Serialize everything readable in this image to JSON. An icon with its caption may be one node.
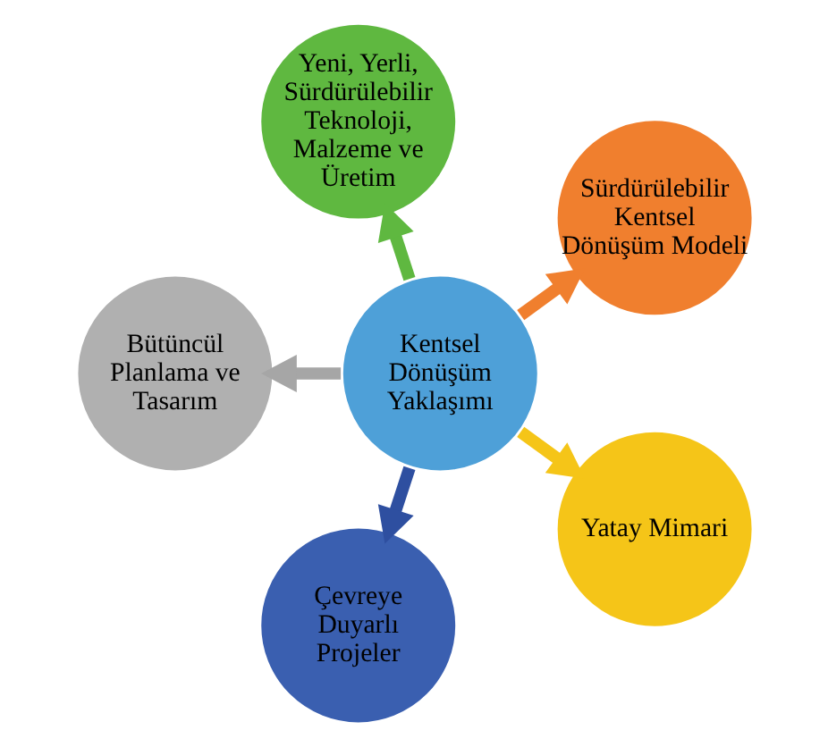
{
  "diagram": {
    "nodes": [
      {
        "text": [
          "Sürdürülebilir Kentsel Dönüşüm Modeli"
        ]
      },
      {
        "text": [
          "Yeni, Yerli, Sürdürülebilir Teknoloji, Malzeme ve Üretim"
        ]
      },
      {
        "text": [
          "Kentsel Dönüşüm Yaklaşımı"
        ]
      },
      {
        "text": [
          "Bütüncül Planlama ve Tasarım"
        ]
      },
      {
        "text": [
          "Çevreye Duyarlı Projeler"
        ]
      },
      {
        "text": [
          "Yatay Mimari"
        ]
      }
    ],
    "edges": [
      {
        "from": 2,
        "to": 0,
        "arrow": "to",
        "color": "#f07f2e"
      },
      {
        "from": 2,
        "to": 3,
        "arrow": "to",
        "color": "#a6a6a6"
      },
      {
        "from": 2,
        "to": 5,
        "arrow": "to",
        "color": "#f5c518"
      },
      {
        "from": 2,
        "to": 4,
        "arrow": "to",
        "color": "#2e4fa0"
      },
      {
        "from": 2,
        "to": 1,
        "arrow": "to",
        "color": "#5fb840"
      }
    ]
  }
}
